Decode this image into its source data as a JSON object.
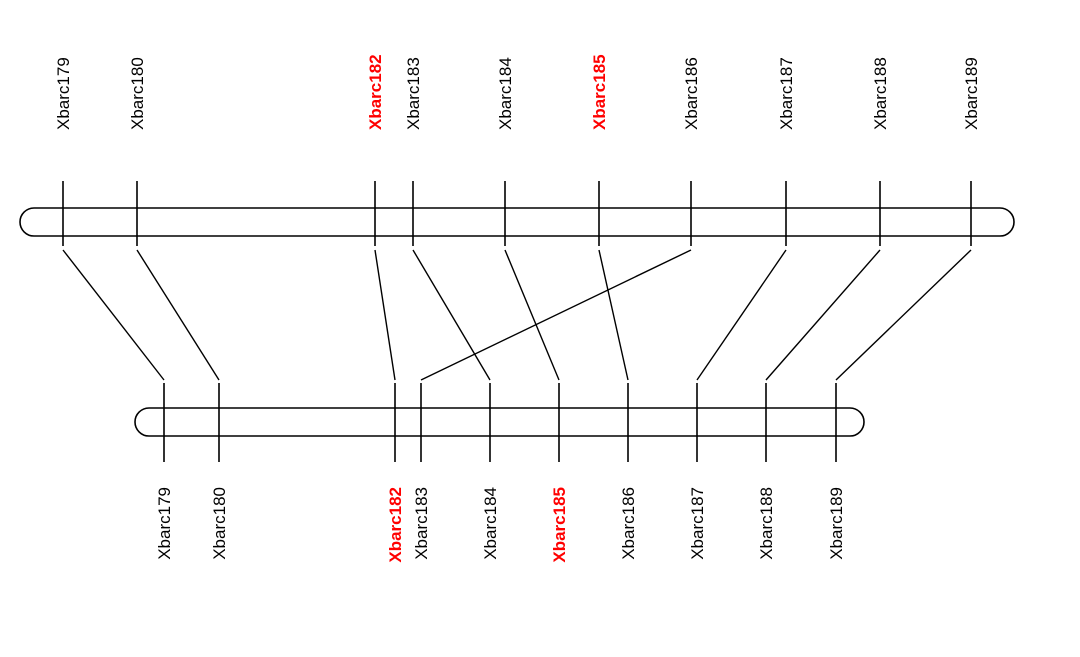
{
  "colors": {
    "line": "#000000",
    "highlight": "#ff0000",
    "background": "#ffffff"
  },
  "top_map": {
    "markers": [
      {
        "label": "Xbarc179",
        "highlight": false
      },
      {
        "label": "Xbarc180",
        "highlight": false
      },
      {
        "label": "Xbarc182",
        "highlight": true
      },
      {
        "label": "Xbarc183",
        "highlight": false
      },
      {
        "label": "Xbarc184",
        "highlight": false
      },
      {
        "label": "Xbarc185",
        "highlight": true
      },
      {
        "label": "Xbarc186",
        "highlight": false
      },
      {
        "label": "Xbarc187",
        "highlight": false
      },
      {
        "label": "Xbarc188",
        "highlight": false
      },
      {
        "label": "Xbarc189",
        "highlight": false
      }
    ]
  },
  "bottom_map": {
    "markers": [
      {
        "label": "Xbarc179",
        "highlight": false
      },
      {
        "label": "Xbarc180",
        "highlight": false
      },
      {
        "label": "Xbarc182",
        "highlight": true
      },
      {
        "label": "Xbarc183",
        "highlight": false
      },
      {
        "label": "Xbarc184",
        "highlight": false
      },
      {
        "label": "Xbarc185",
        "highlight": true
      },
      {
        "label": "Xbarc186",
        "highlight": false
      },
      {
        "label": "Xbarc187",
        "highlight": false
      },
      {
        "label": "Xbarc188",
        "highlight": false
      },
      {
        "label": "Xbarc189",
        "highlight": false
      }
    ]
  },
  "connections": [
    {
      "from": "Xbarc179",
      "to": "Xbarc179"
    },
    {
      "from": "Xbarc180",
      "to": "Xbarc180"
    },
    {
      "from": "Xbarc182",
      "to": "Xbarc182"
    },
    {
      "from": "Xbarc183",
      "to": "Xbarc184"
    },
    {
      "from": "Xbarc184",
      "to": "Xbarc185"
    },
    {
      "from": "Xbarc185",
      "to": "Xbarc186"
    },
    {
      "from": "Xbarc186",
      "to": "Xbarc183"
    },
    {
      "from": "Xbarc187",
      "to": "Xbarc187"
    },
    {
      "from": "Xbarc188",
      "to": "Xbarc188"
    },
    {
      "from": "Xbarc189",
      "to": "Xbarc189"
    }
  ]
}
